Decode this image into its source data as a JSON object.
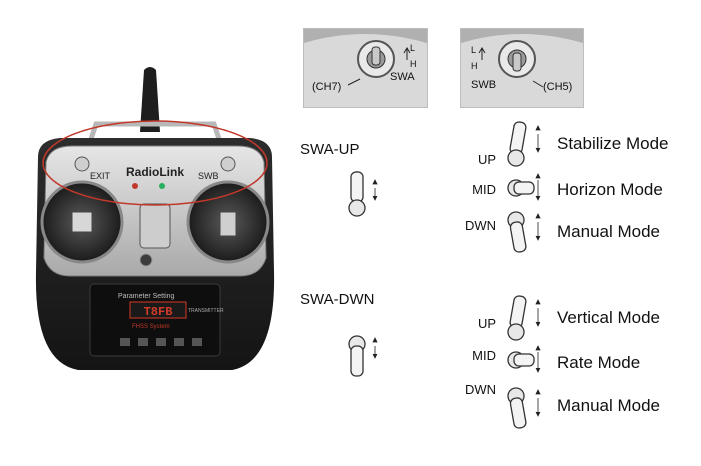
{
  "transmitter": {
    "brand": "RadioLink",
    "model": "T8FB",
    "screen_caption": "Parameter Setting",
    "system_text": "FHSS System",
    "transmitter_text": "TRANSMITTER"
  },
  "closeups": {
    "swa": {
      "channel": "(CH7)",
      "name": "SWA",
      "pos_top": "L",
      "pos_bottom": "H"
    },
    "swb": {
      "channel": "(CH5)",
      "name": "SWB",
      "pos_top": "L",
      "pos_bottom": "H"
    }
  },
  "groups": [
    {
      "heading": "SWA-UP",
      "rows": [
        {
          "state": "UP",
          "mode": "Stabilize Mode"
        },
        {
          "state": "MID",
          "mode": "Horizon Mode"
        },
        {
          "state": "DWN",
          "mode": "Manual Mode"
        }
      ]
    },
    {
      "heading": "SWA-DWN",
      "rows": [
        {
          "state": "UP",
          "mode": "Vertical Mode"
        },
        {
          "state": "MID",
          "mode": "Rate Mode"
        },
        {
          "state": "DWN",
          "mode": "Manual Mode"
        }
      ]
    }
  ],
  "colors": {
    "highlight": "#c0392b",
    "screen": "#d23a2a"
  }
}
